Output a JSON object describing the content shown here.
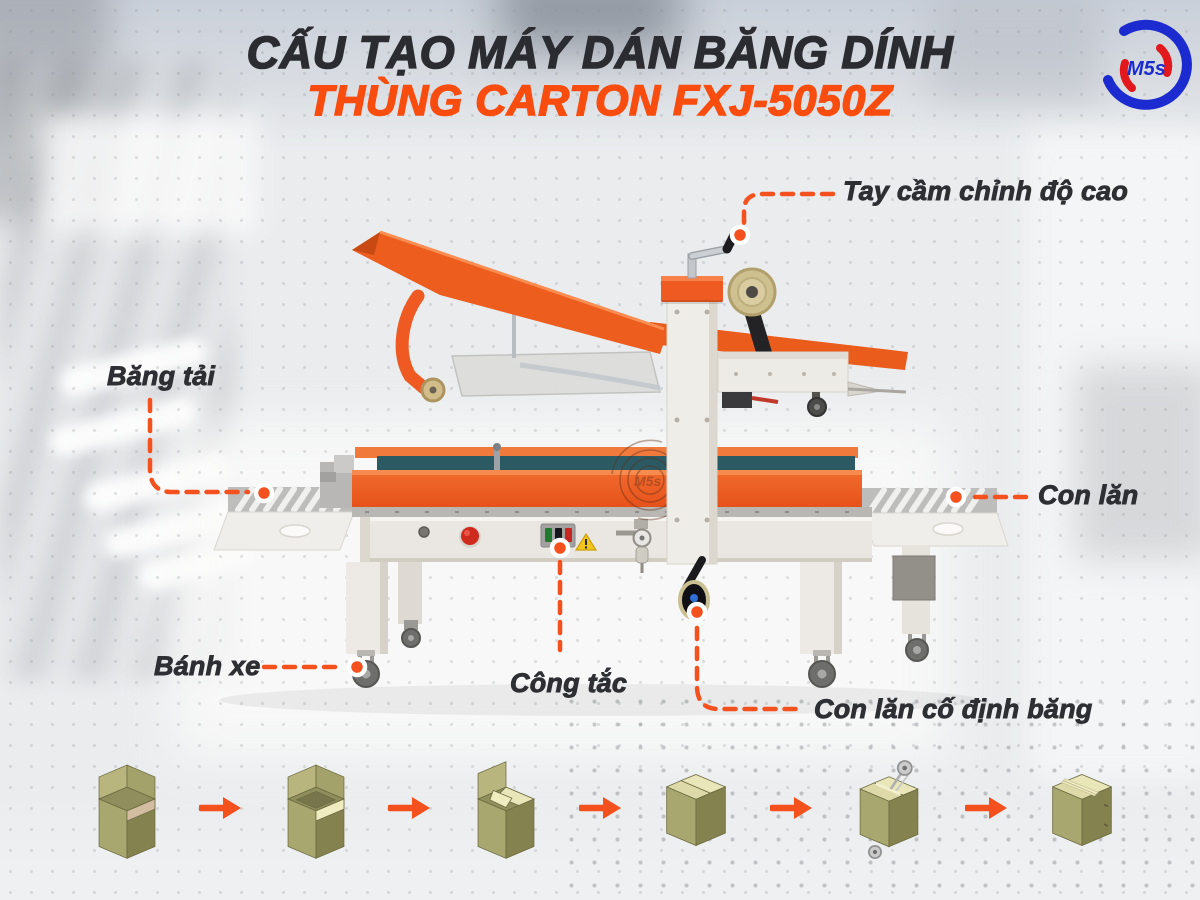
{
  "title": {
    "line1": "CẤU TẠO MÁY DÁN BĂNG DÍNH",
    "line2": "THÙNG CARTON FXJ-5050Z"
  },
  "logo": {
    "text": "M5s"
  },
  "machine": {
    "watermark": "M5s"
  },
  "callouts": [
    {
      "id": "tay-cam-chinh-do-cao",
      "text": "Tay cầm chỉnh độ cao"
    },
    {
      "id": "bang-tai",
      "text": "Băng tải"
    },
    {
      "id": "con-lan",
      "text": "Con lăn"
    },
    {
      "id": "banh-xe",
      "text": "Bánh xe"
    },
    {
      "id": "cong-tac",
      "text": "Công tắc"
    },
    {
      "id": "con-lan-co-dinh-bang",
      "text": "Con lăn cố định băng"
    }
  ],
  "process": {
    "step_icons": [
      "carton-open-flaps-up",
      "carton-inner-flaps-folded",
      "carton-side-flaps-folding",
      "carton-closed",
      "carton-taping",
      "carton-sealed"
    ],
    "arrow_icon": "arrow-right-icon"
  },
  "colors": {
    "accent_orange": "#F4511E",
    "title_dark": "#2B2C31",
    "title_orange": "#F94D10",
    "machine_orange": "#EE5A22",
    "machine_teal": "#2B5A63",
    "logo_blue": "#1C2BD0",
    "logo_red": "#E2191C",
    "carton_olive": "#A9A870",
    "background": "#EAECEE"
  }
}
